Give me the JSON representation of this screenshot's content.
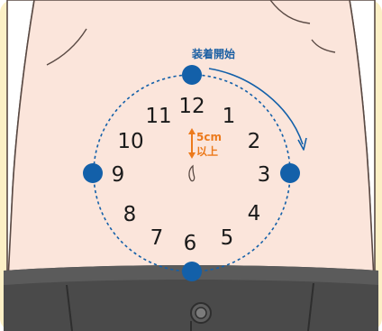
{
  "diagram": {
    "start_label": "装着開始",
    "distance_label_line1": "5cm",
    "distance_label_line2": "以上",
    "clock_numbers": [
      "12",
      "1",
      "2",
      "3",
      "4",
      "5",
      "6",
      "7",
      "8",
      "9",
      "10",
      "11"
    ],
    "colors": {
      "frame_background": "#fcf0c6",
      "skin": "#fbe5db",
      "marker": "#1360a9",
      "distance_accent": "#ec7a1c",
      "dashed_circle": "#1360a9",
      "pants": "#4a4a4a"
    },
    "icons": {
      "marker": "filled-circle",
      "navel": "navel-curve",
      "button": "pants-button"
    }
  }
}
